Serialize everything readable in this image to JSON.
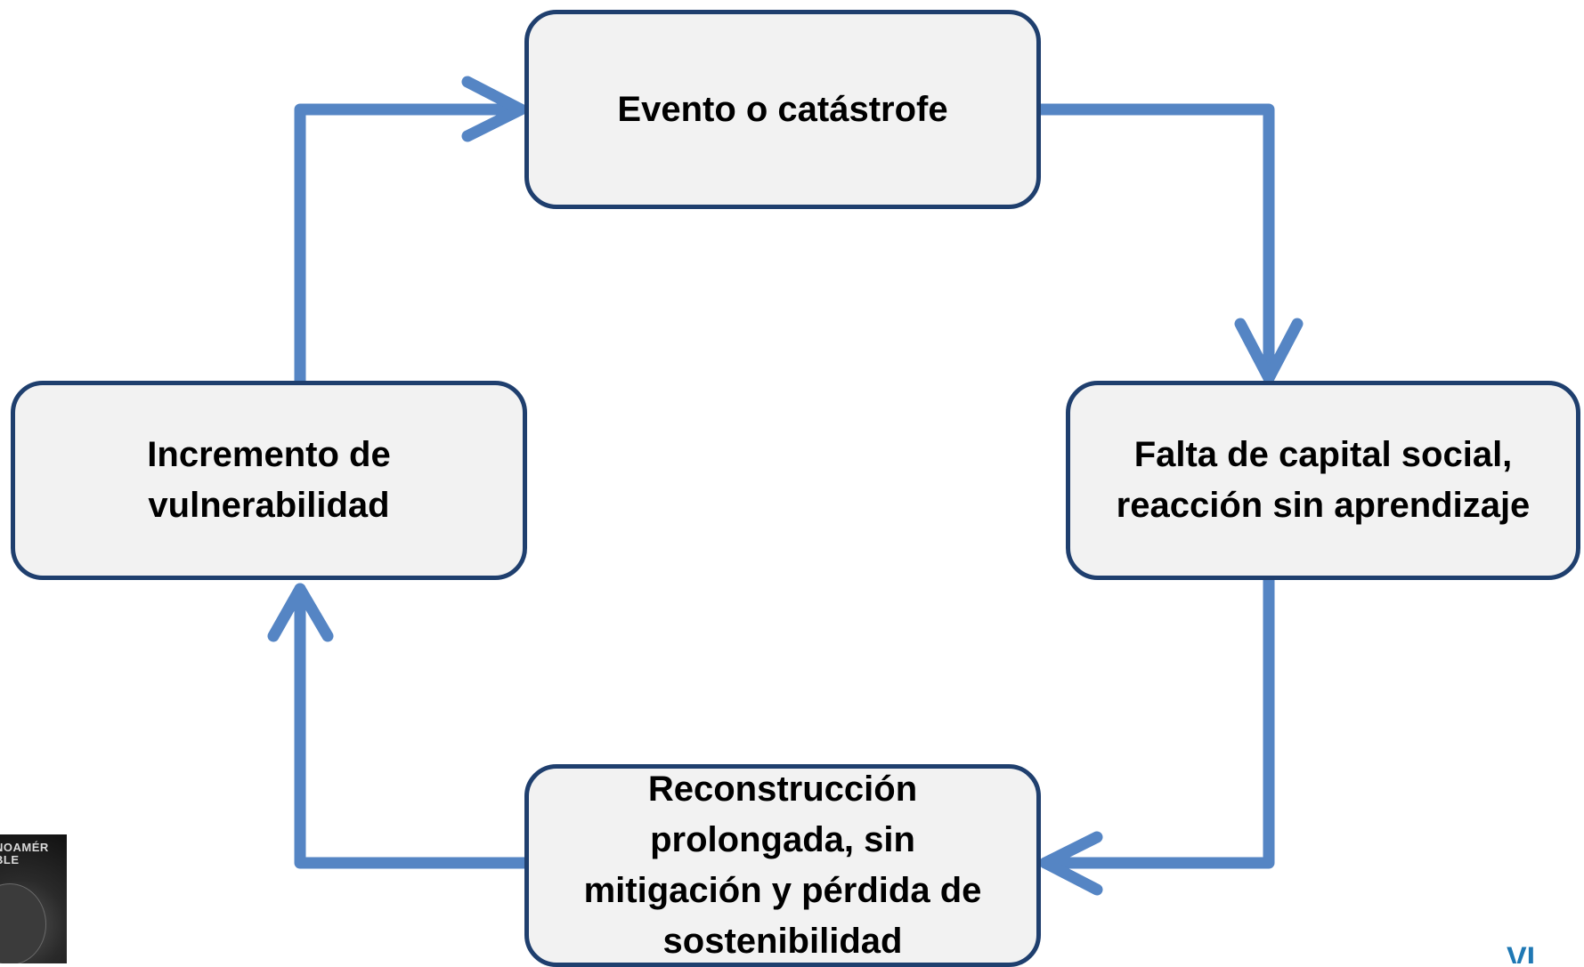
{
  "diagram": {
    "nodes": {
      "top": "Evento o catástrofe",
      "right_line1": "Falta de capital social,",
      "right_line2": "reacción sin aprendizaje",
      "bottom_line1": "Reconstrucción",
      "bottom_line2": "prolongada, sin",
      "bottom_line3": "mitigación y pérdida de",
      "bottom_line4": "sostenibilidad",
      "left_line1": "Incremento de",
      "left_line2": "vulnerabilidad"
    },
    "colors": {
      "connector": "#5585c4",
      "node_fill": "#f2f2f2",
      "node_border": "#1f3f6e"
    }
  },
  "logos": {
    "left_text_line1": "NOAMÉR",
    "left_text_line2": "BLE",
    "right_text": "VI"
  }
}
